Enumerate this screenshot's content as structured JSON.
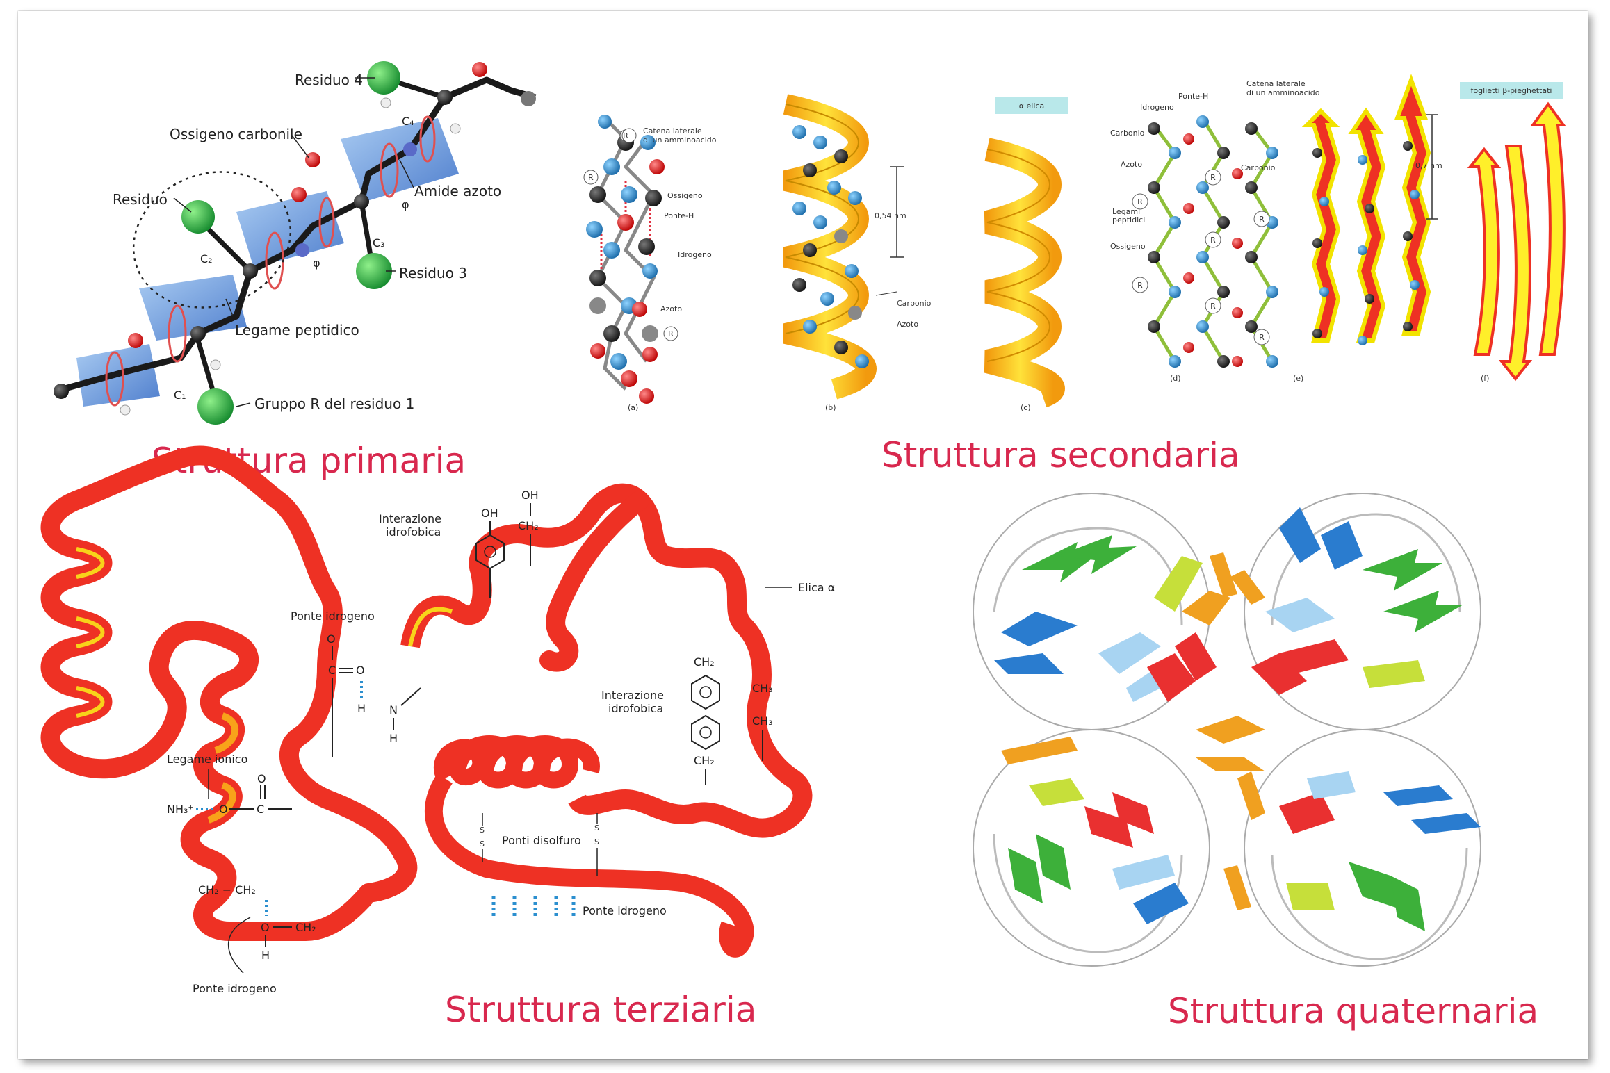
{
  "titles": {
    "primary": "Struttura primaria",
    "secondary": "Struttura secondaria",
    "tertiary": "Struttura terziaria",
    "quaternary": "Struttura quaternaria"
  },
  "primary": {
    "residuo4": "Residuo 4",
    "ossigeno_carbonile": "Ossigeno carbonile",
    "amide_azoto": "Amide azoto",
    "residuo": "Residuo",
    "residuo3": "Residuo 3",
    "legame_peptidico": "Legame peptidico",
    "gruppo_r": "Gruppo R del residuo 1",
    "c1": "C₁",
    "c2": "C₂",
    "c3": "C₃",
    "c4": "C₄",
    "phi": "φ",
    "psi": "φ"
  },
  "secondary": {
    "catena_laterale": "Catena laterale",
    "di_un_amminoacido": "di un amminoacido",
    "ossigeno": "Ossigeno",
    "ponte_h": "Ponte-H",
    "idrogeno": "Idrogeno",
    "azoto": "Azoto",
    "carbonio": "Carbonio",
    "dist_054": "0,54 nm",
    "dist_07": "0,7 nm",
    "alpha_elica": "α elica",
    "foglietti": "foglietti β-pieghettati",
    "legami_peptidici_1": "Legami",
    "legami_peptidici_2": "peptidici",
    "r": "R",
    "panel_a": "(a)",
    "panel_b": "(b)",
    "panel_c": "(c)",
    "panel_d": "(d)",
    "panel_e": "(e)",
    "panel_f": "(f)"
  },
  "tertiary": {
    "interazione": "Interazione",
    "idrofobica": "idrofobica",
    "ponte_idrogeno": "Ponte idrogeno",
    "legame_ionico": "Legame ionico",
    "ponti_disolfuro": "Ponti disolfuro",
    "elica_alpha": "Elica α",
    "oh": "OH",
    "ch2": "CH₂",
    "ch3": "CH₃",
    "o_minus": "O⁻",
    "c": "C",
    "o": "O",
    "h": "H",
    "n": "N",
    "nh3": "NH₃⁺",
    "s": "S",
    "ch2_ch2": "CH₂ − CH₂"
  },
  "colors": {
    "title": "#d8284e",
    "helix_yellow": "#f3c21c",
    "ribbon_red": "#ee3124",
    "atom_blue": "#2b8fcf",
    "green_atom": "#2aa84a"
  }
}
